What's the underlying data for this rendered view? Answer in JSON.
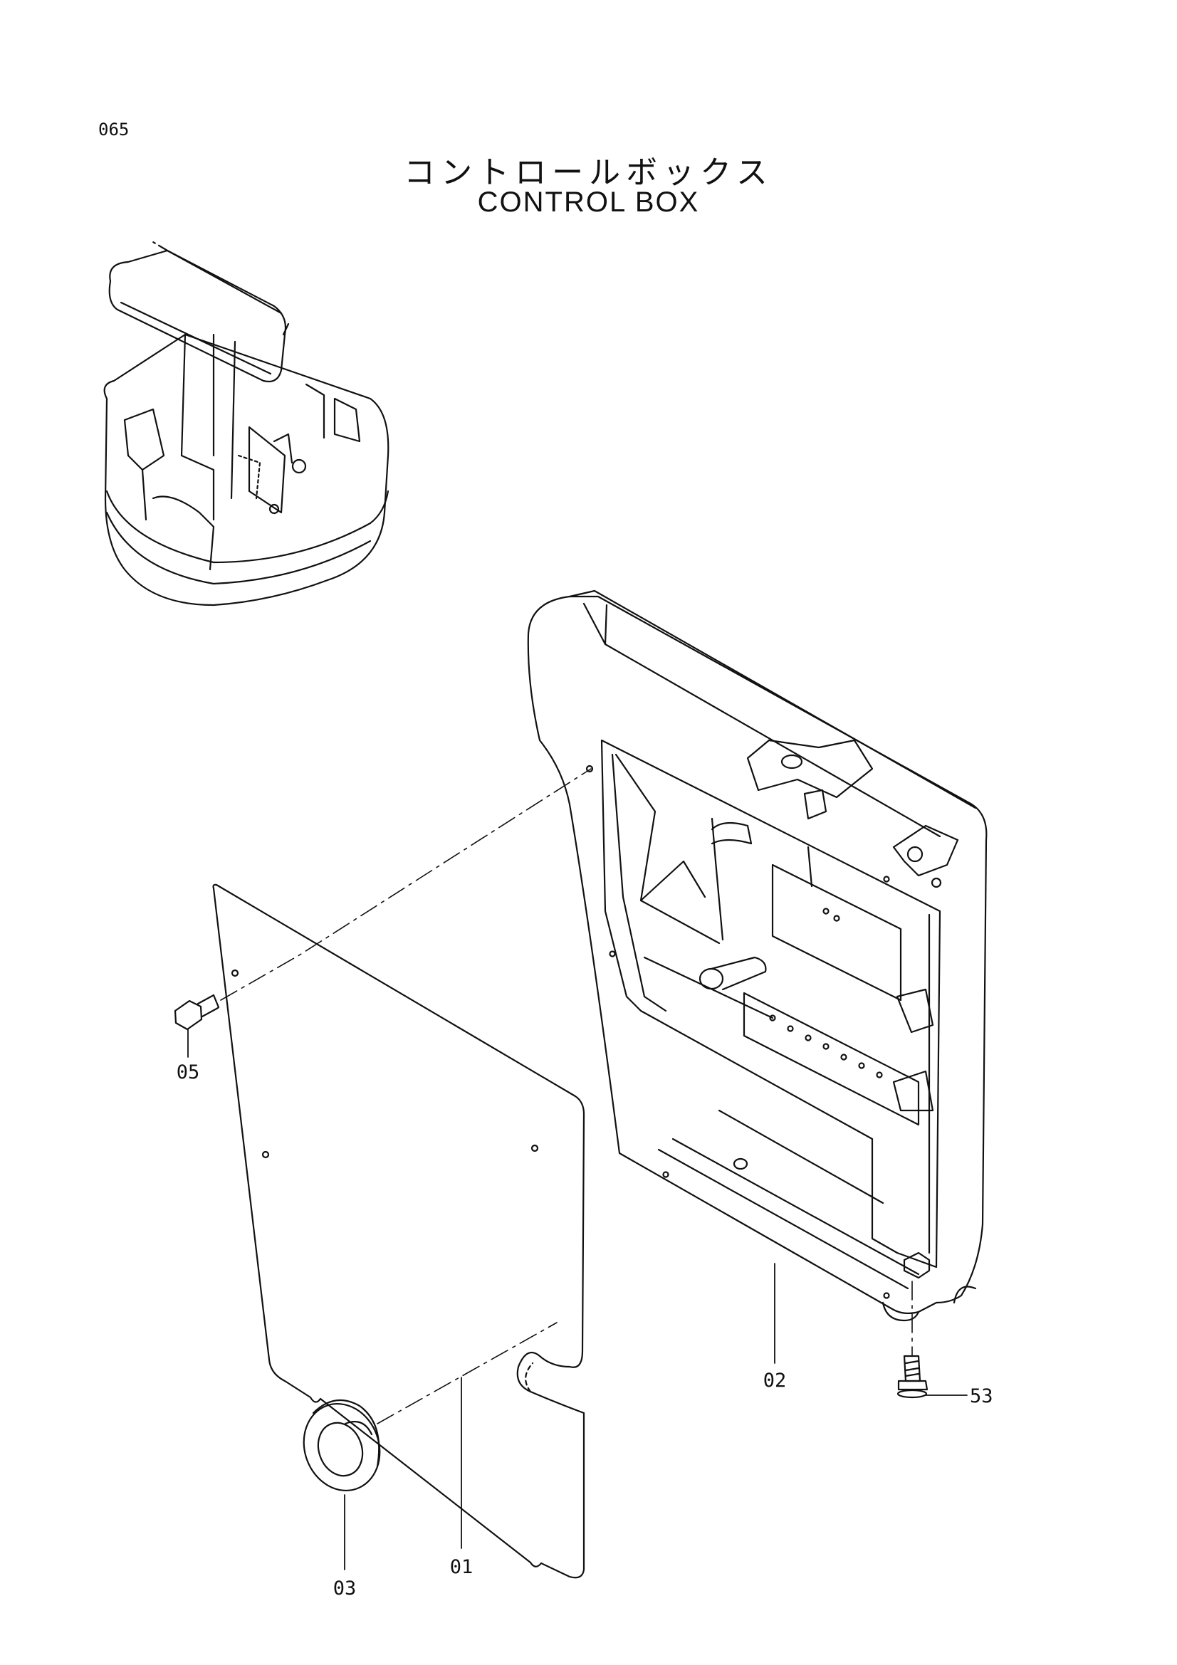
{
  "header": {
    "page_number": "065",
    "title_jp": "コントロールボックス",
    "title_en": "CONTROL BOX"
  },
  "callouts": [
    {
      "id": "01",
      "label": "01"
    },
    {
      "id": "02",
      "label": "02"
    },
    {
      "id": "03",
      "label": "03"
    },
    {
      "id": "05",
      "label": "05"
    },
    {
      "id": "53",
      "label": "53"
    }
  ]
}
